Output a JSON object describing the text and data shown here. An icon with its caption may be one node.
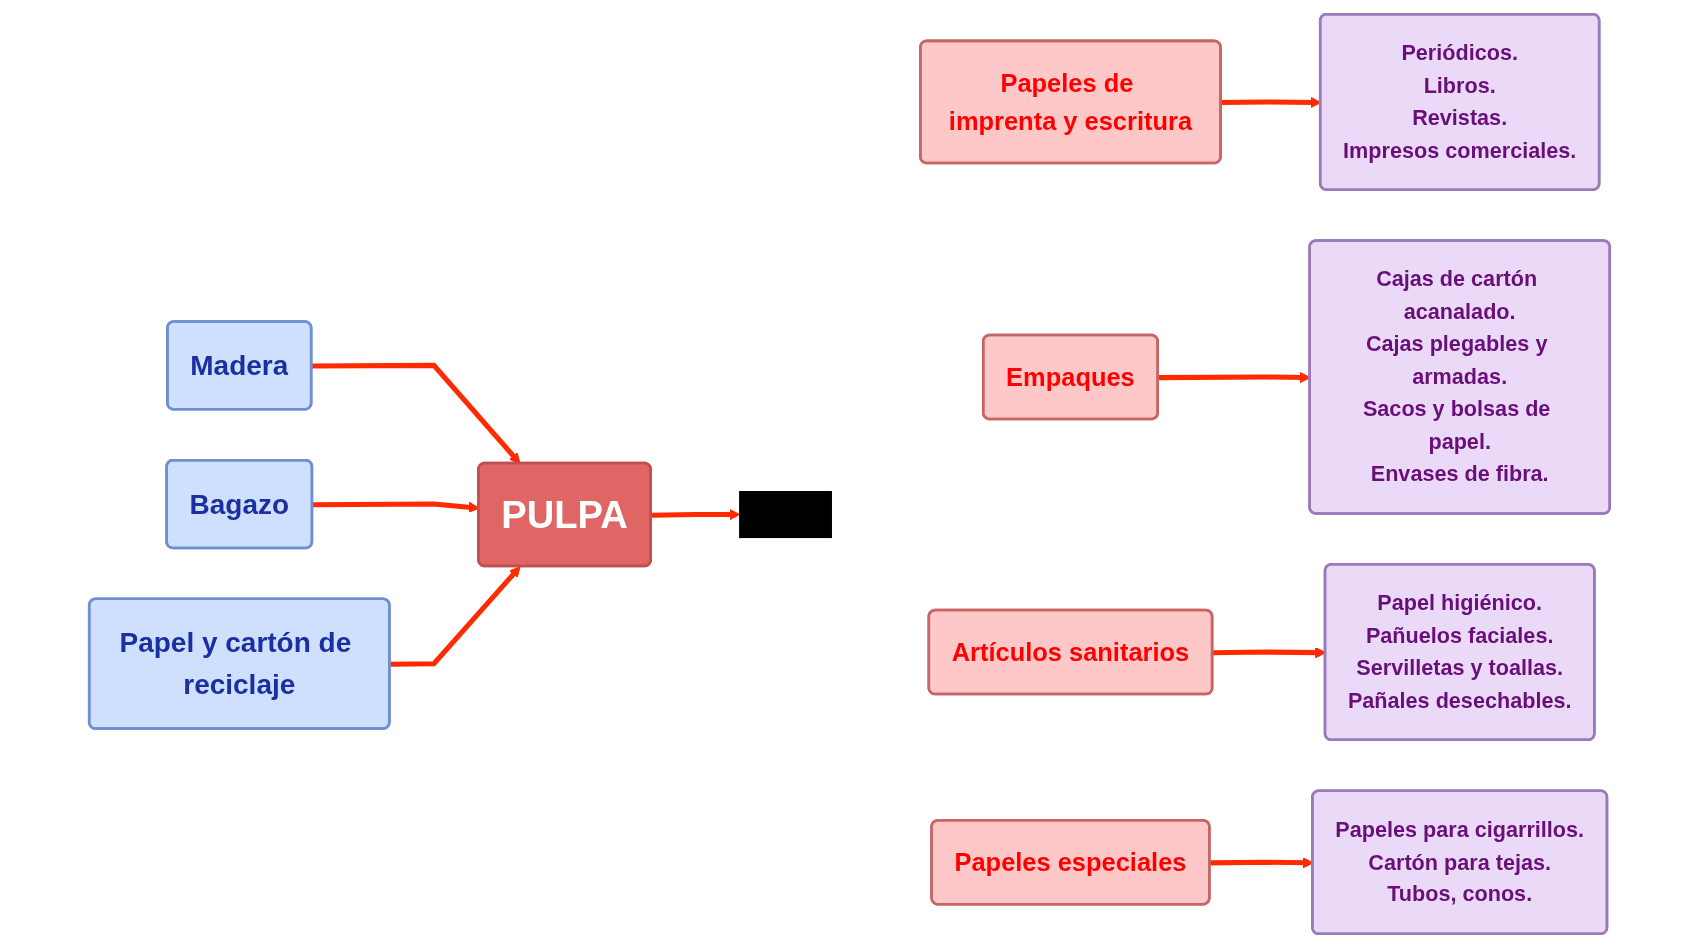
{
  "diagram": {
    "nodes": [
      {
        "text": [
          "Madera"
        ]
      },
      {
        "text": [
          "Bagazo"
        ]
      },
      {
        "text": [
          "Papel y cartón de reciclaje"
        ]
      },
      {
        "text": [
          "PULPA"
        ]
      },
      {
        "text": [],
        "shape": "bar"
      },
      {
        "text": [
          "Papeles de imprenta y escritura"
        ]
      },
      {
        "text": [
          "Periódicos.",
          "Libros.",
          "Revistas.",
          "Impresos comerciales."
        ]
      },
      {
        "text": [
          "Empaques"
        ]
      },
      {
        "text": [
          "Cajas de cartón acanalado.",
          "Cajas plegables y armadas.",
          "Sacos y bolsas de papel.",
          "Envases de fibra."
        ]
      },
      {
        "text": [
          "Artículos sanitarios"
        ]
      },
      {
        "text": [
          "Papel higiénico.",
          "Pañuelos faciales.",
          "Servilletas y toallas.",
          "Pañales desechables."
        ]
      },
      {
        "text": [
          "Papeles especiales"
        ]
      },
      {
        "text": [
          "Papeles para cigarrillos.",
          "Cartón para tejas.",
          "Tubos, conos."
        ]
      }
    ],
    "edges": [
      {
        "from": 0,
        "to": 3,
        "arrow": "to"
      },
      {
        "from": 1,
        "to": 3,
        "arrow": "to"
      },
      {
        "from": 2,
        "to": 3,
        "arrow": "to"
      },
      {
        "from": 3,
        "to": 4,
        "arrow": "to"
      },
      {
        "from": 5,
        "to": 6,
        "arrow": "to"
      },
      {
        "from": 7,
        "to": 8,
        "arrow": "to"
      },
      {
        "from": 9,
        "to": 10,
        "arrow": "to"
      },
      {
        "from": 11,
        "to": 12,
        "arrow": "to"
      }
    ]
  }
}
